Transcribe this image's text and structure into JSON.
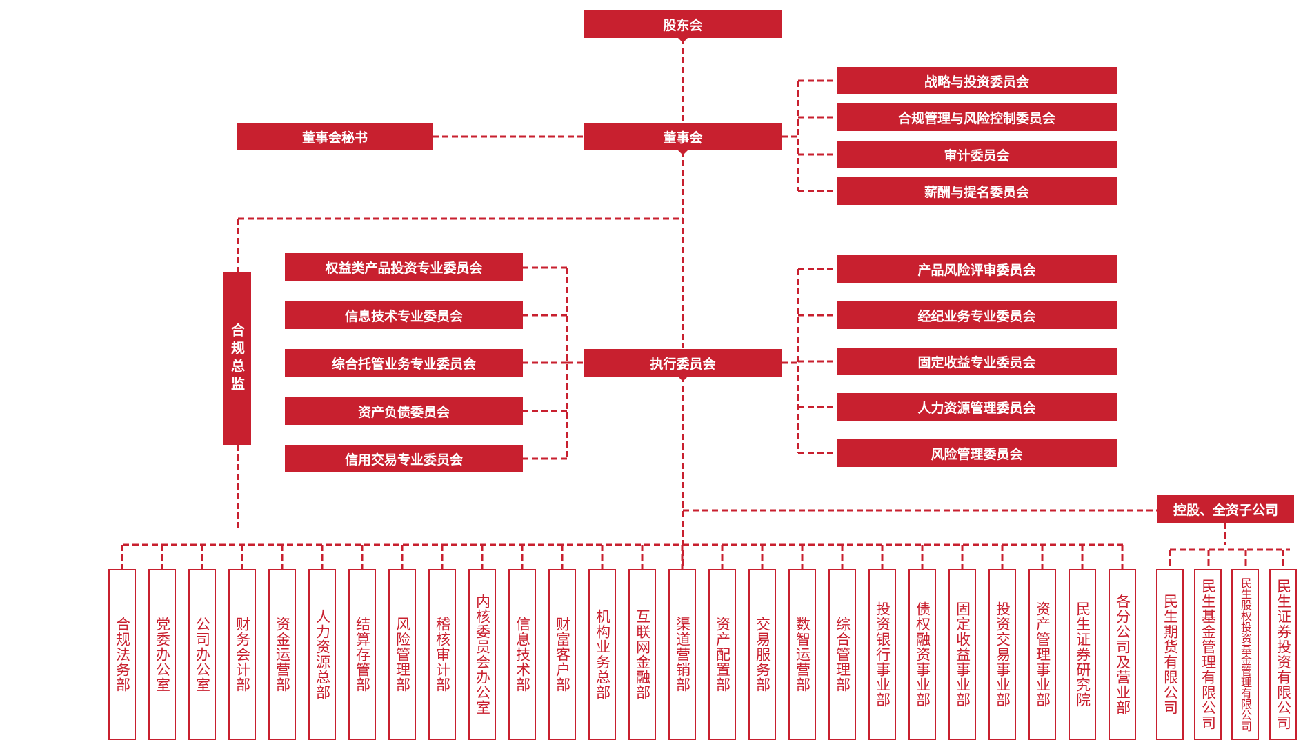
{
  "top": {
    "shareholders": "股东会",
    "board": "董事会",
    "board_secretary": "董事会秘书",
    "executive": "执行委员会",
    "compliance_director": "合规总监",
    "subsidiaries": "控股、全资子公司"
  },
  "board_committees": [
    "战略与投资委员会",
    "合规管理与风险控制委员会",
    "审计委员会",
    "薪酬与提名委员会"
  ],
  "exec_left_committees": [
    "权益类产品投资专业委员会",
    "信息技术专业委员会",
    "综合托管业务专业委员会",
    "资产负债委员会",
    "信用交易专业委员会"
  ],
  "exec_right_committees": [
    "产品风险评审委员会",
    "经纪业务专业委员会",
    "固定收益专业委员会",
    "人力资源管理委员会",
    "风险管理委员会"
  ],
  "departments": [
    "合规法务部",
    "党委办公室",
    "公司办公室",
    "财务会计部",
    "资金运营部",
    "人力资源总部",
    "结算存管部",
    "风险管理部",
    "稽核审计部",
    "内核委员会办公室",
    "信息技术部",
    "财富客户部",
    "机构业务总部",
    "互联网金融部",
    "渠道营销部",
    "资产配置部",
    "交易服务部",
    "数智运营部",
    "综合管理部",
    "投资银行事业部",
    "债权融资事业部",
    "固定收益事业部",
    "投资交易事业部",
    "资产管理事业部",
    "民生证券研究院",
    "各分公司及营业部"
  ],
  "subsidiary_companies": [
    "民生期货有限公司",
    "民生基金管理有限公司",
    "民生股权投资基金管理有限公司",
    "民生证券投资有限公司"
  ],
  "colors": {
    "accent": "#c8202f",
    "background": "#ffffff"
  }
}
